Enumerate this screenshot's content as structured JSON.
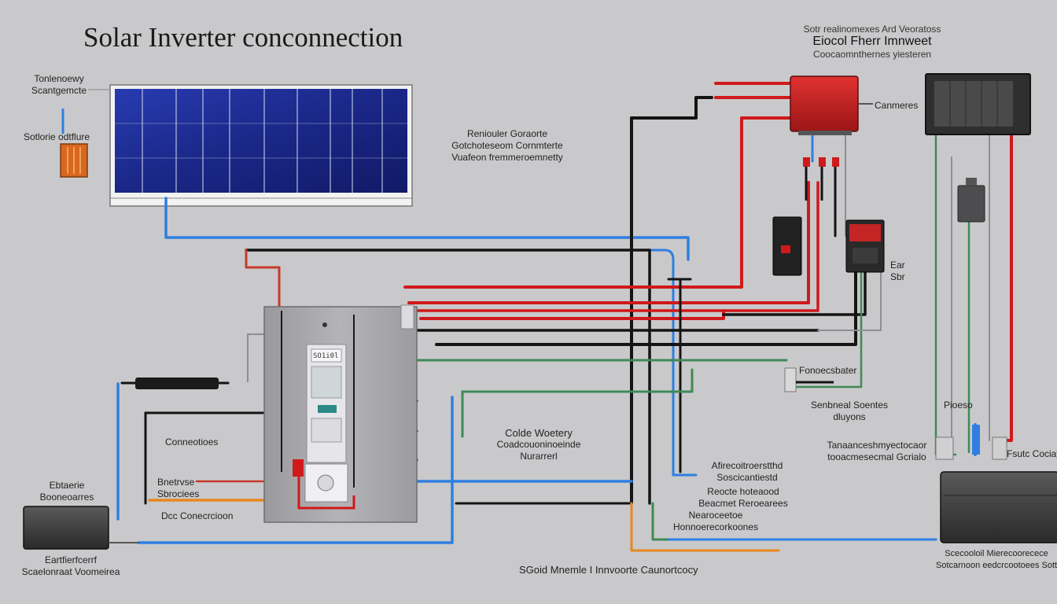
{
  "title": "Solar Inverter conconnection",
  "header_right": {
    "line1": "Sotr realinomexes Ard Veoratoss",
    "line2": "Eiocol Fherr Imnweet",
    "line3": "Coocaomnthernes yiesteren"
  },
  "labels": {
    "panel_label": [
      "Tonlenoewy",
      "Scantgemcte"
    ],
    "fuse_label": "Sotlorie odtflure",
    "panel_note": [
      "Reniouler Goraorte",
      "Gotchoteseom Cornmterte",
      "Vuafeon fremmeroemnetty"
    ],
    "converter_label": "Canmeres",
    "meter_label": [
      "Ear",
      "Sbr"
    ],
    "connector_label": "Conneotioes",
    "battery_label": [
      "Ebtaerie",
      "Booneoarres"
    ],
    "battery2_label": [
      "Bnetrvse",
      "Sbrociees"
    ],
    "dc_label": "Dcc Conecrcioon",
    "small_battery_label": [
      "Eartfierfcerrf",
      "Scaelonraat Voomeirea"
    ],
    "center_note": [
      "Colde Woetery",
      "Coadcouoninoeinde",
      "Nurarrerl"
    ],
    "breaker_label": "Fonoecsbater",
    "switches_label": [
      "Senbneal Soentes",
      "dluyons"
    ],
    "right_label1": "Pioeso",
    "right_label2": [
      "Tanaanceshmyectocaor",
      "tooacmesecmal Gcrialo"
    ],
    "right_label3": "Fsutc Cociays",
    "fuse_row1": [
      "Afirecoitroerstthd",
      "Soscicantiestd"
    ],
    "fuse_row2": [
      "Reocte hoteaood",
      "Beacmet Reroearees"
    ],
    "fuse_row3": [
      "Nearoceetoe",
      "Honnoerecorkoones"
    ],
    "bottom_right_label": [
      "Scecooloil Mierecoorecece",
      "Sotcarnoon eedcrcootoees Sottkl"
    ],
    "bottom_label": "SGoid Mnemle I Innvoorte Caunortcocy",
    "inverter_display": "SO1i0l"
  },
  "colors": {
    "background": "#c9c9cb",
    "wire_red": "#d0191b",
    "wire_blue": "#2f7fe0",
    "wire_black": "#141414",
    "wire_green": "#3f8a55",
    "wire_orange": "#e8871e",
    "panel_cell": "#1b2a8f",
    "converter": "#c42424"
  },
  "icons": [
    "solar-panel-icon",
    "fuse-icon",
    "inverter-icon",
    "converter-icon",
    "meter-icon",
    "battery-icon",
    "breaker-icon"
  ]
}
